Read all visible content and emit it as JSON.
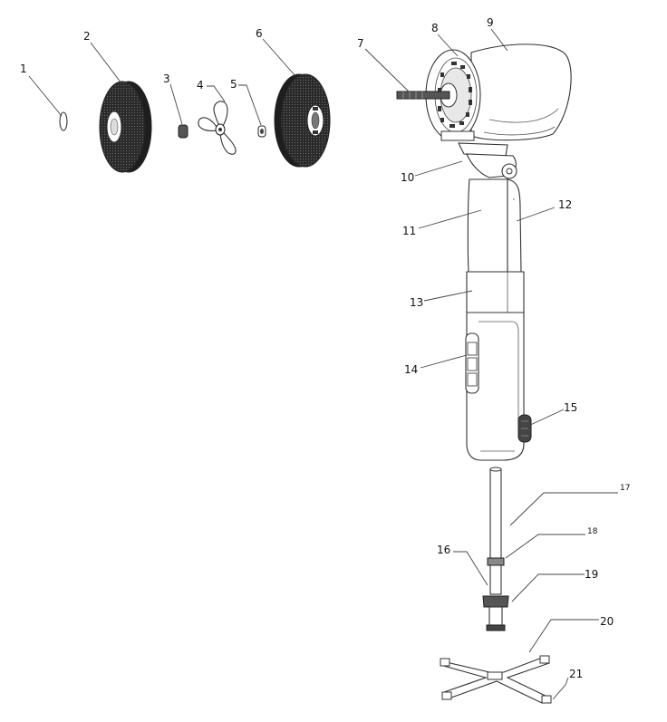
{
  "parts": [
    {
      "id": "p1",
      "label": "1"
    },
    {
      "id": "p2",
      "label": "2"
    },
    {
      "id": "p3",
      "label": "3"
    },
    {
      "id": "p4",
      "label": "4"
    },
    {
      "id": "p5",
      "label": "5"
    },
    {
      "id": "p6",
      "label": "6"
    },
    {
      "id": "p7",
      "label": "7"
    },
    {
      "id": "p8",
      "label": "8"
    },
    {
      "id": "p9",
      "label": "9"
    },
    {
      "id": "p10",
      "label": "10"
    },
    {
      "id": "p11",
      "label": "11"
    },
    {
      "id": "p12",
      "label": "12"
    },
    {
      "id": "p13",
      "label": "13"
    },
    {
      "id": "p14",
      "label": "14"
    },
    {
      "id": "p15",
      "label": "15"
    },
    {
      "id": "p16",
      "label": "16"
    },
    {
      "id": "p17",
      "label": "17"
    },
    {
      "id": "p18",
      "label": "18"
    },
    {
      "id": "p19",
      "label": "19"
    },
    {
      "id": "p20",
      "label": "20"
    },
    {
      "id": "p21",
      "label": "21"
    }
  ]
}
